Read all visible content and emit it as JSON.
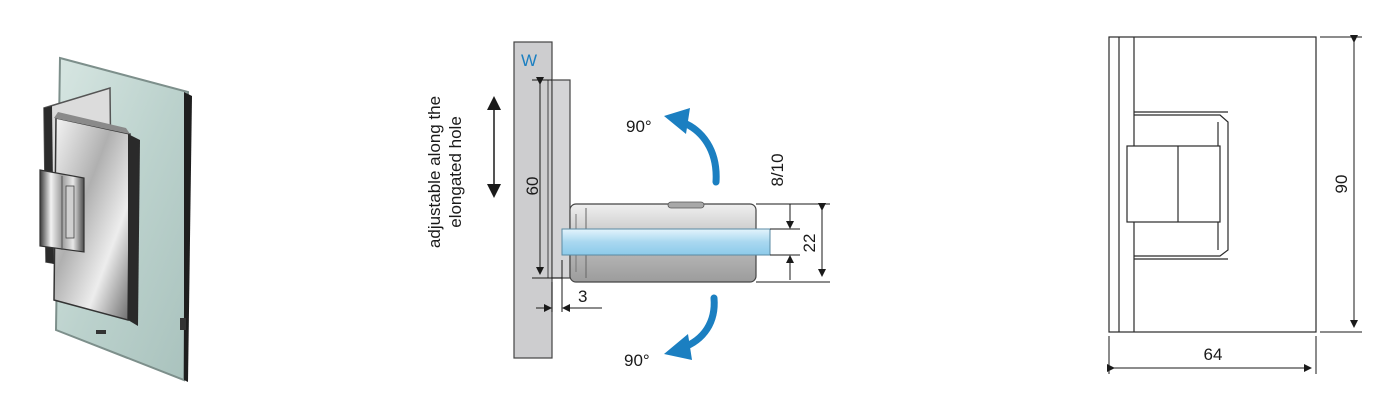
{
  "side_view": {
    "wall_label": "W",
    "adjust_note_line1": "adjustable along the",
    "adjust_note_line2": "elongated hole",
    "dim_height": "60",
    "dim_gap": "3",
    "dim_glass": "8/10",
    "dim_depth": "22",
    "rotation_top": "90°",
    "rotation_bottom": "90°"
  },
  "front_view": {
    "dim_height": "90",
    "dim_width": "64"
  },
  "colors": {
    "accent_blue": "#1b7fc1",
    "glass": "#bfe3f5",
    "metal": "#c9cacc",
    "line": "#2a2a2a"
  }
}
